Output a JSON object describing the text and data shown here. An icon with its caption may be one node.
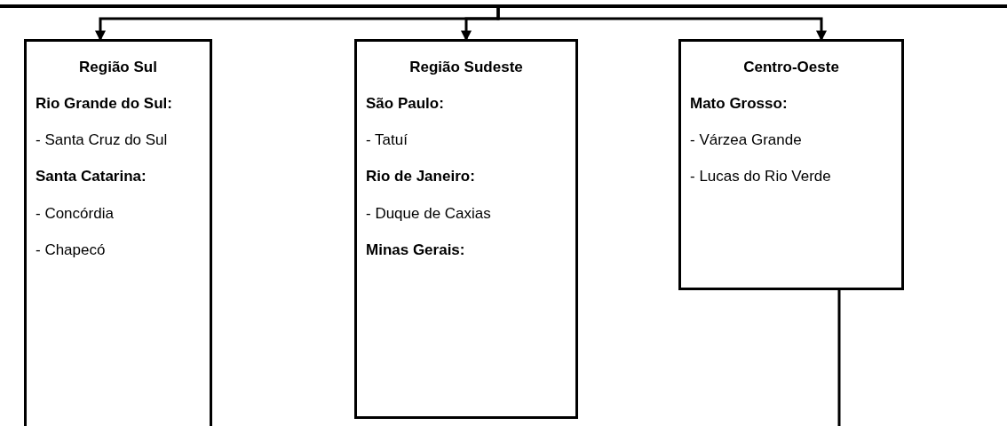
{
  "diagram": {
    "nodes": [
      {
        "text": [],
        "shape": "bar"
      },
      {
        "text": [
          "Região Sul",
          "Rio Grande do Sul:",
          "- Santa Cruz do Sul",
          "Santa Catarina:",
          "- Concórdia",
          "- Chapecó"
        ]
      },
      {
        "text": [
          "Região Sudeste",
          "São Paulo:",
          " - Tatuí",
          "Rio de Janeiro:",
          "- Duque de Caxias",
          "Minas Gerais:"
        ]
      },
      {
        "text": [
          "Centro-Oeste",
          "Mato Grosso:",
          "- Várzea Grande",
          "- Lucas do Rio Verde"
        ]
      }
    ],
    "edges": [
      {
        "from": 0,
        "to": 1,
        "arrow": "to"
      },
      {
        "from": 0,
        "to": 2,
        "arrow": "to"
      },
      {
        "from": 0,
        "to": 3,
        "arrow": "to"
      },
      {
        "from": 3,
        "to": null,
        "arrow": "none"
      }
    ]
  }
}
